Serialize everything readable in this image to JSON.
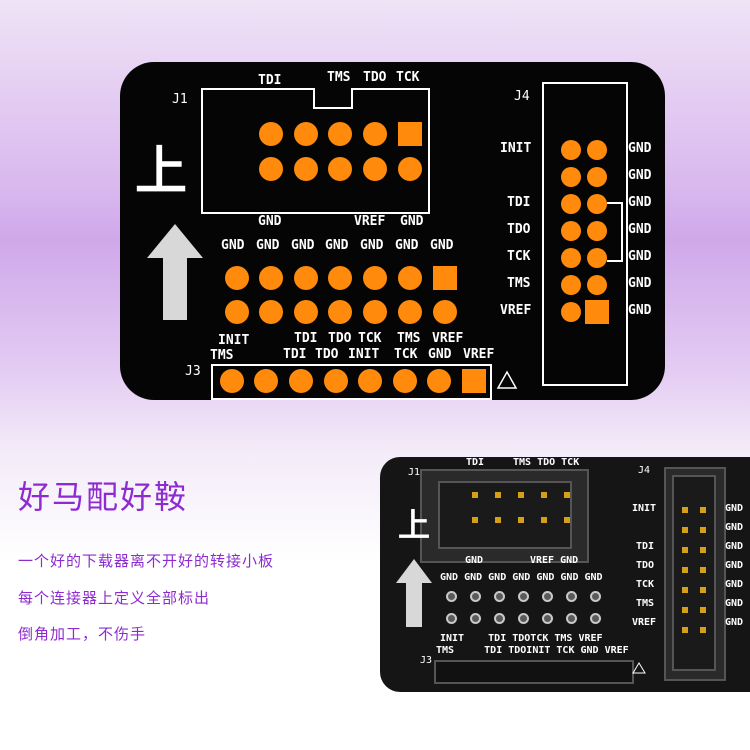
{
  "pcb": {
    "j1": {
      "ref": "J1",
      "top_labels": {
        "tdi": "TDI",
        "tms": "TMS",
        "tdo": "TDO",
        "tck": "TCK"
      },
      "bottom_labels": {
        "gnd": "GND",
        "vref": "VREF",
        "gnd2": "GND"
      }
    },
    "j2": {
      "gnd_row": [
        "GND",
        "GND",
        "GND",
        "GND",
        "GND",
        "GND",
        "GND"
      ],
      "bottom_labels": {
        "init": "INIT",
        "tdi": "TDI",
        "tdo": "TDO",
        "tck": "TCK",
        "tms": "TMS",
        "vref": "VREF"
      }
    },
    "j3": {
      "ref": "J3",
      "labels": {
        "tms": "TMS",
        "tdi": "TDI",
        "tdo": "TDO",
        "init": "INIT",
        "tck": "TCK",
        "gnd": "GND",
        "vref": "VREF"
      }
    },
    "j4": {
      "ref": "J4",
      "left_labels": [
        "INIT",
        "",
        "TDI",
        "TDO",
        "TCK",
        "TMS",
        "VREF"
      ],
      "right_labels": [
        "GND",
        "GND",
        "GND",
        "GND",
        "GND",
        "GND",
        "GND"
      ]
    },
    "up_glyph": "上"
  },
  "text": {
    "headline": "好马配好鞍",
    "line1": "一个好的下载器离不开好的转接小板",
    "line2": "每个连接器上定义全部标出",
    "line3": "倒角加工，不伤手"
  },
  "photo": {
    "j1": "J1",
    "j3": "J3",
    "j4": "J4",
    "top_labels": {
      "tdi": "TDI",
      "tmstdotck": "TMS TDO TCK"
    },
    "j1_bottom": {
      "gnd": "GND",
      "vrefgnd": "VREF GND"
    },
    "gnd_row": "GND GND GND GND GND GND GND",
    "row_a": "INIT    TDI TDOTCK TMS VREF",
    "row_b": "TMS     TDI TDOINIT TCK GND VREF",
    "j4_left": [
      "INIT",
      "TDI",
      "TDO",
      "TCK",
      "TMS",
      "VREF"
    ],
    "j4_right": [
      "GND",
      "GND",
      "GND",
      "GND",
      "GND",
      "GND",
      "GND"
    ],
    "up_glyph": "上"
  },
  "colors": {
    "pad": "#ff8a0c",
    "board": "#050505",
    "silkscreen": "#ffffff",
    "text": "#8e2bd0"
  }
}
